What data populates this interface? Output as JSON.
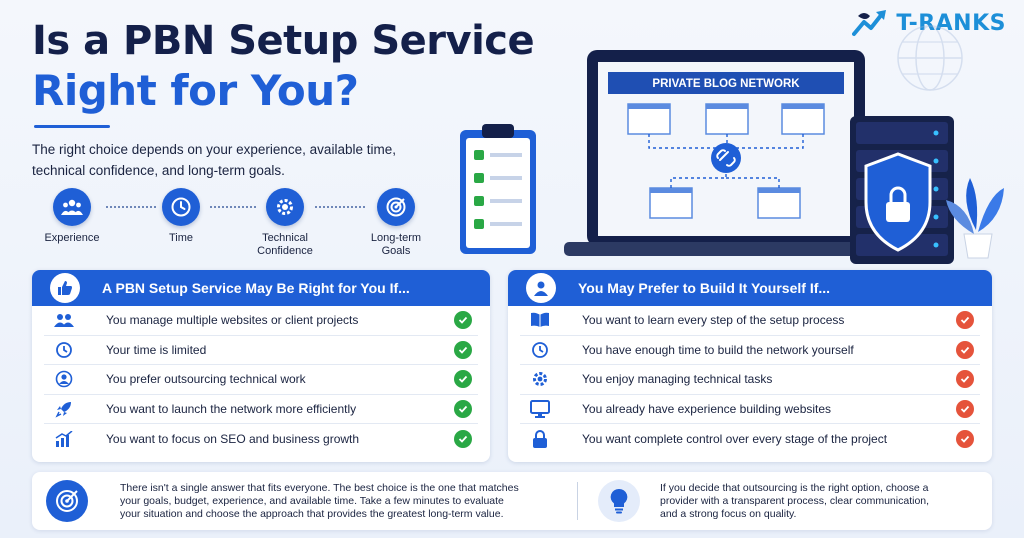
{
  "brand": {
    "logo_text": "T-RANKS"
  },
  "header": {
    "title_line1": "Is a PBN Setup Service",
    "title_line2": "Right for You?",
    "intro_line1": "The right choice depends on your experience, available time,",
    "intro_line2": "technical confidence, and long-term goals."
  },
  "factors": [
    {
      "label": "Experience",
      "icon": "team-icon"
    },
    {
      "label": "Time",
      "icon": "clock-icon"
    },
    {
      "label_line1": "Technical",
      "label_line2": "Confidence",
      "icon": "gear-icon"
    },
    {
      "label_line1": "Long-term",
      "label_line2": "Goals",
      "icon": "target-icon"
    }
  ],
  "illustration": {
    "screen_banner": "PRIVATE BLOG NETWORK"
  },
  "left_card": {
    "heading": "A PBN Setup Service May Be Right for You If...",
    "items": [
      {
        "text": "You manage multiple websites or client projects",
        "icon": "team-icon"
      },
      {
        "text": "Your time is limited",
        "icon": "clock-icon"
      },
      {
        "text": "You prefer outsourcing technical work",
        "icon": "support-icon"
      },
      {
        "text": "You want to launch the network more efficiently",
        "icon": "rocket-icon"
      },
      {
        "text": "You want to focus on SEO and business growth",
        "icon": "chart-icon"
      }
    ]
  },
  "right_card": {
    "heading": "You May Prefer to Build It Yourself If...",
    "items": [
      {
        "text": "You want to learn every step of the setup process",
        "icon": "book-icon"
      },
      {
        "text": "You have enough time to build the network yourself",
        "icon": "clock-icon"
      },
      {
        "text": "You enjoy managing technical tasks",
        "icon": "gear-icon"
      },
      {
        "text": "You already have experience building websites",
        "icon": "monitor-icon"
      },
      {
        "text": "You want complete control over every stage of the project",
        "icon": "lock-icon"
      }
    ]
  },
  "bottom": {
    "left_line1": "There isn't a single answer that fits everyone. The best choice is the one that matches",
    "left_line2": "your goals, budget, experience, and available time. Take a few minutes to evaluate",
    "left_line3": "your situation and choose the approach that provides the greatest long-term value.",
    "right_line1": "If you decide that outsourcing is the right option, choose a",
    "right_line2": "provider with a transparent process, clear communication,",
    "right_line3": "and a strong focus on quality."
  },
  "colors": {
    "primary": "#1f5fd6",
    "navy": "#14204a",
    "check_green": "#2aa845",
    "check_red": "#e5533b"
  }
}
